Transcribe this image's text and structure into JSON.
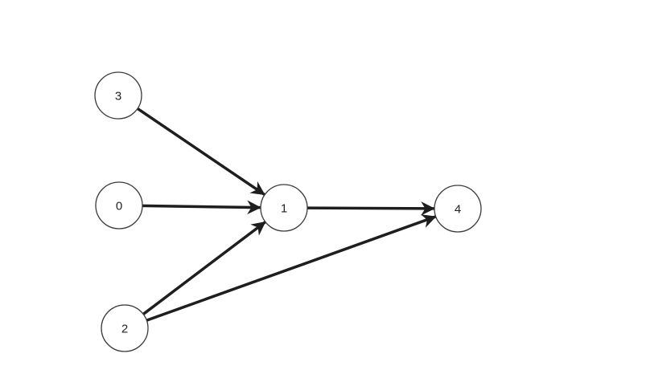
{
  "graph": {
    "nodes": [
      {
        "id": "3",
        "label": "3"
      },
      {
        "id": "0",
        "label": "0"
      },
      {
        "id": "1",
        "label": "1"
      },
      {
        "id": "2",
        "label": "2"
      },
      {
        "id": "4",
        "label": "4"
      }
    ],
    "edges": [
      {
        "from": "3",
        "to": "1"
      },
      {
        "from": "0",
        "to": "1"
      },
      {
        "from": "2",
        "to": "1"
      },
      {
        "from": "1",
        "to": "4"
      },
      {
        "from": "2",
        "to": "4"
      }
    ],
    "colors": {
      "edge": "#1e1e1e",
      "node_stroke": "#3a3a3a",
      "node_fill": "#ffffff",
      "label": "#222222"
    }
  }
}
